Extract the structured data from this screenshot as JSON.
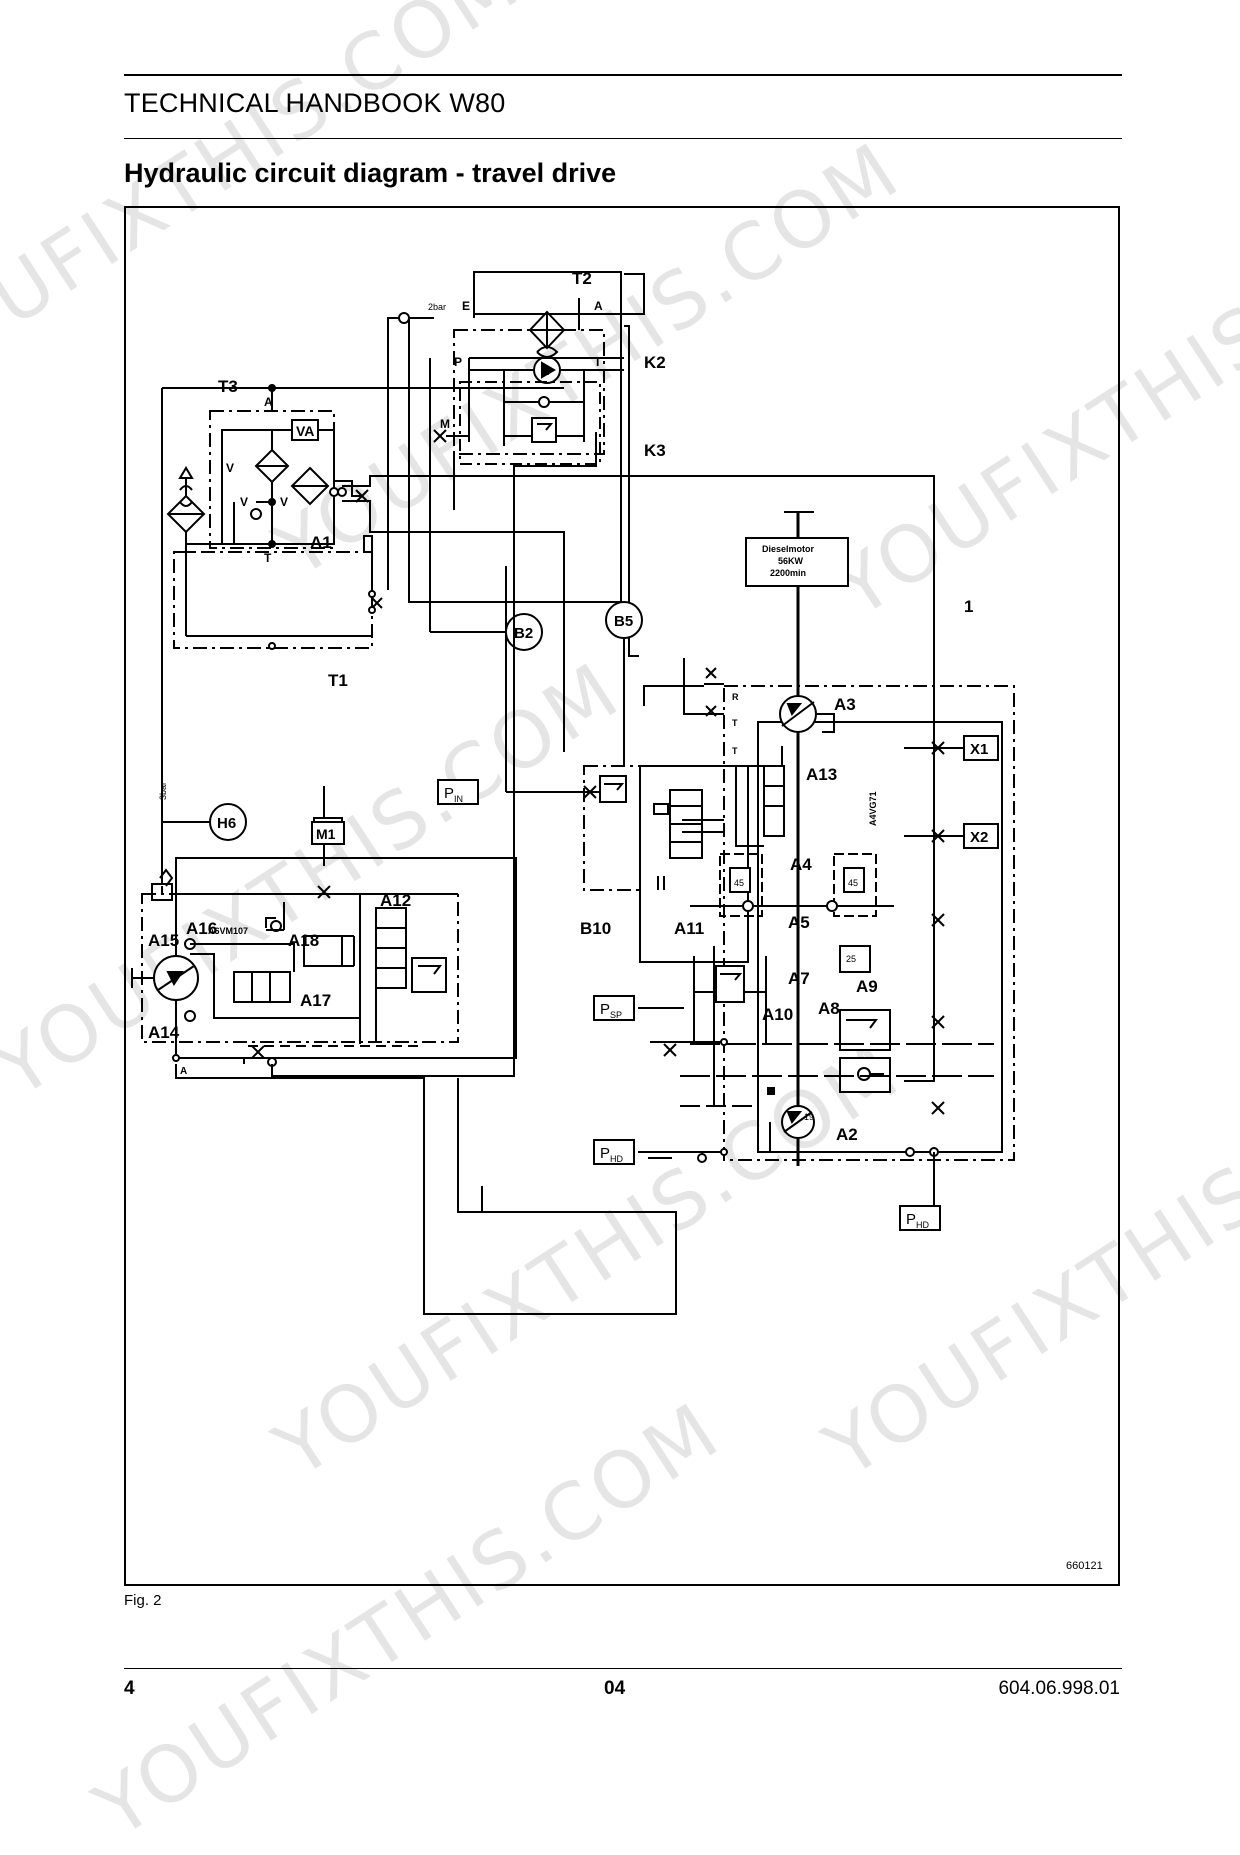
{
  "header": {
    "title": "TECHNICAL HANDBOOK W80"
  },
  "section": {
    "title": "Hydraulic circuit diagram - travel drive"
  },
  "figure": {
    "caption": "Fig. 2",
    "id": "660121",
    "labels": {
      "T1": "T1",
      "T2": "T2",
      "T3": "T3",
      "K2": "K2",
      "K3": "K3",
      "B2": "B2",
      "B5": "B5",
      "B10": "B10",
      "H6": "H6",
      "M1": "M1",
      "VA": "VA",
      "X1": "X1",
      "X2": "X2",
      "A1": "A1",
      "A2": "A2",
      "A3": "A3",
      "A4": "A4",
      "A5": "A5",
      "A7": "A7",
      "A8": "A8",
      "A9": "A9",
      "A10": "A10",
      "A11": "A11",
      "A12": "A12",
      "A13": "A13",
      "A14": "A14",
      "A15": "A15",
      "A16": "A16",
      "A17": "A17",
      "A18": "A18",
      "one": "1",
      "P_IN": "P",
      "P_IN_sub": "IN",
      "P_SP": "P",
      "P_SP_sub": "SP",
      "P_HD1": "P",
      "P_HD1_sub": "HD",
      "P_HD2": "P",
      "P_HD2_sub": "HD",
      "bar2": "2bar",
      "bar3": "3bar",
      "port_E": "E",
      "port_A_top": "A",
      "port_P": "P",
      "port_T": "T",
      "port_M": "M",
      "port_A_t3": "A",
      "port_T_t3": "T",
      "port_A_motor": "A",
      "port_R": "R",
      "port_T1": "T",
      "port_T2": "T",
      "V1": "V",
      "V2": "V",
      "V3": "V",
      "A4VG71": "A4VG71",
      "A6VM107": "A6VM107",
      "motor_line1": "Dieselmotor",
      "motor_line2": "56KW",
      "motor_line3": "2200min",
      "n1": "1",
      "n45a": "45",
      "n45b": "45",
      "n25": "25",
      "n19": "19"
    }
  },
  "footer": {
    "page": "4",
    "section": "04",
    "doc_number": "604.06.998.01"
  },
  "watermark": {
    "text": "YOUFIXTHIS.COM"
  }
}
